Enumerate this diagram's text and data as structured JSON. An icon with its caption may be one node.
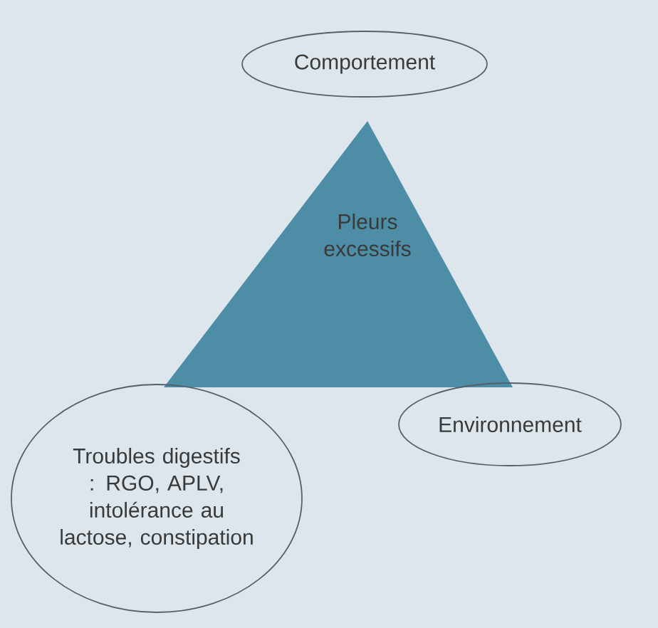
{
  "diagram": {
    "nodes": [
      {
        "text": [
          "Pleurs excessifs"
        ]
      },
      {
        "text": [
          "Comportement"
        ]
      },
      {
        "text": [
          "Troubles digestifs : RGO, APLV, intolérance au lactose, constipation"
        ]
      },
      {
        "text": [
          "Environnement"
        ]
      }
    ]
  }
}
